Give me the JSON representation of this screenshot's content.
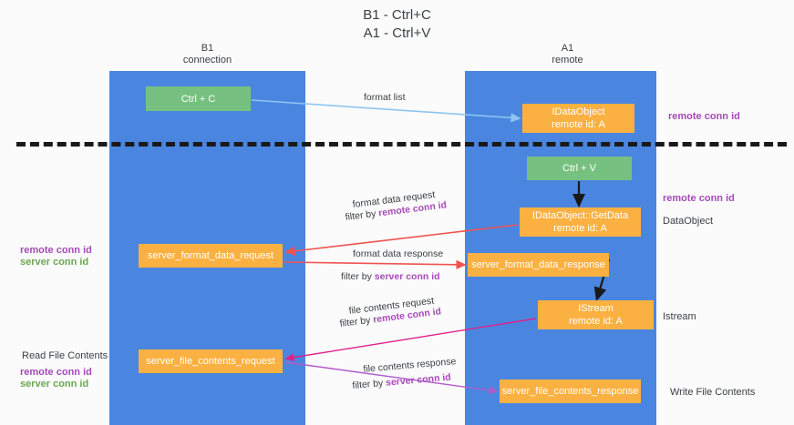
{
  "title": {
    "line1": "B1 - Ctrl+C",
    "line2": "A1 - Ctrl+V"
  },
  "lanes": [
    {
      "id": "b1",
      "name": "B1",
      "role": "connection"
    },
    {
      "id": "a1",
      "name": "A1",
      "role": "remote"
    }
  ],
  "nodes": {
    "ctrl_c": {
      "line1": "Ctrl + C",
      "line2": "",
      "color": "#77c180"
    },
    "idataobject": {
      "line1": "IDataObject",
      "line2": "remote id: A",
      "color": "#fbb141"
    },
    "ctrl_v": {
      "line1": "Ctrl + V",
      "line2": "",
      "color": "#77c180"
    },
    "getdata": {
      "line1": "IDataObject::GetData",
      "line2": "remote id: A",
      "color": "#fbb141"
    },
    "sfd_request": {
      "line1": "server_format_data_request",
      "line2": "",
      "color": "#fbb141"
    },
    "sfd_response": {
      "line1": "server_format_data_response",
      "line2": "",
      "color": "#fbb141"
    },
    "istream": {
      "line1": "IStream",
      "line2": "remote id: A",
      "color": "#fbb141"
    },
    "sfc_request": {
      "line1": "server_file_contents_request",
      "line2": "",
      "color": "#fbb141"
    },
    "sfc_response": {
      "line1": "server_file_contents_response",
      "line2": "",
      "color": "#fbb141"
    }
  },
  "edge_labels": {
    "format_list": "format list",
    "format_data_request": "format data request",
    "format_data_request_filter_prefix": "filter by ",
    "format_data_request_filter_key": "remote conn id",
    "format_data_response": "format data response",
    "format_data_response_filter_prefix": "filter by ",
    "format_data_response_filter_key": "server conn id",
    "file_contents_request": "file contents request",
    "file_contents_request_filter_prefix": "filter by ",
    "file_contents_request_filter_key": "remote conn id",
    "file_contents_response": "file contents response",
    "file_contents_response_filter_prefix": "filter by ",
    "file_contents_response_filter_key": "server conn id"
  },
  "annotations": {
    "right_remote_conn_id_top": "remote conn id",
    "right_remote_conn_id_mid": "remote conn id",
    "right_dataobject": "DataObject",
    "right_istream": "Istream",
    "right_write_file_contents": "Write File Contents",
    "left_read_file_contents": "Read File Contents",
    "left_remote_conn_id_mid": "remote conn id",
    "left_server_conn_id_mid": "server conn id",
    "left_remote_conn_id_bottom": "remote conn id",
    "left_server_conn_id_bottom": "server conn id"
  },
  "colors": {
    "lane": "#4a86e0",
    "node_green": "#77c180",
    "node_orange": "#fbb141",
    "accent_purple": "#a64ab8",
    "accent_green": "#6aa84f",
    "arrow_blue": "#8ec5f0",
    "arrow_red": "#ef5350",
    "arrow_magenta": "#e0218a",
    "arrow_purple": "#b05ccc",
    "arrow_black": "#1a1a1a",
    "background": "#fbfbfb"
  }
}
